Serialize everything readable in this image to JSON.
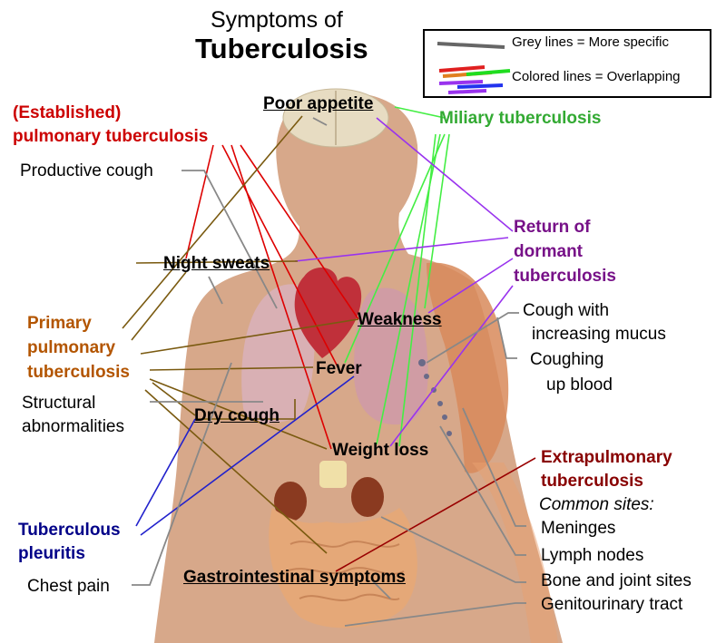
{
  "title": {
    "line1": "Symptoms of",
    "line2": "Tuberculosis"
  },
  "legend": {
    "grey": "Grey lines = More specific",
    "colored": "Colored lines = Overlapping"
  },
  "colors": {
    "skin": "#d7a88a",
    "red": "#dd0000",
    "green": "#44ee44",
    "purple": "#9933ee",
    "olive": "#7a5a10",
    "blue": "#2222cc",
    "maroon": "#990000",
    "grey": "#888888"
  },
  "symptoms": {
    "poor_appetite": "Poor appetite",
    "night_sweats": "Night sweats",
    "weakness": "Weakness",
    "fever": "Fever",
    "dry_cough": "Dry cough",
    "weight_loss": "Weight loss",
    "gi": "Gastrointestinal symptoms",
    "productive_cough": "Productive cough",
    "structural1": "Structural",
    "structural2": "abnormalities",
    "chest_pain": "Chest pain",
    "cough_mucus1": "Cough with",
    "cough_mucus2": "increasing mucus",
    "cough_blood1": "Coughing",
    "cough_blood2": "up blood"
  },
  "types": {
    "established1": "(Established)",
    "established2": "pulmonary tuberculosis",
    "miliary": "Miliary tuberculosis",
    "return1": "Return of",
    "return2": "dormant",
    "return3": "tuberculosis",
    "primary1": "Primary",
    "primary2": "pulmonary",
    "primary3": "tuberculosis",
    "pleuritis1": "Tuberculous",
    "pleuritis2": "pleuritis",
    "extra1": "Extrapulmonary",
    "extra2": "tuberculosis",
    "common_sites": "Common sites:"
  },
  "sites": [
    "Meninges",
    "Lymph nodes",
    "Bone and joint sites",
    "Genitourinary tract"
  ]
}
